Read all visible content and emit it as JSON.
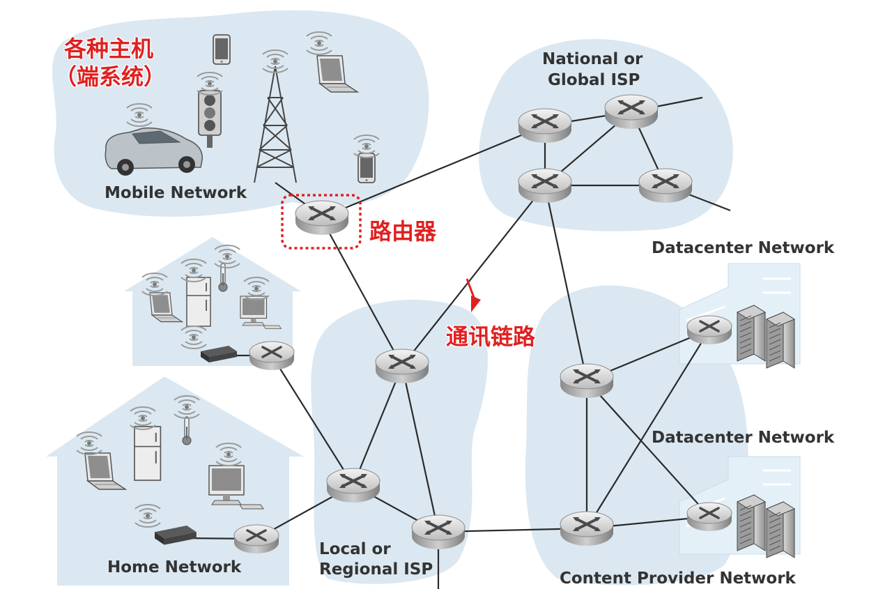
{
  "labels": {
    "mobile_network": "Mobile Network",
    "national_isp_line1": "National or",
    "national_isp_line2": "Global ISP",
    "datacenter_network_1": "Datacenter Network",
    "datacenter_network_2": "Datacenter Network",
    "home_network": "Home Network",
    "local_isp_line1": "Local or",
    "local_isp_line2": "Regional ISP",
    "content_provider_network": "Content Provider Network"
  },
  "annotations": {
    "hosts_line1": "各种主机",
    "hosts_line2": "（端系统）",
    "router": "路由器",
    "comm_link": "通讯链路"
  },
  "colors": {
    "region_fill": "#dbe8f1",
    "link": "#2a2a2a",
    "router_body": "#a9a9a9",
    "annotation": "#e02020",
    "label": "#333333"
  },
  "icons": [
    "router-icon",
    "cell-tower-icon",
    "smartphone-icon",
    "laptop-icon",
    "car-icon",
    "traffic-light-icon",
    "refrigerator-icon",
    "thermometer-icon",
    "desktop-monitor-icon",
    "home-modem-icon",
    "server-rack-icon",
    "datacenter-building-icon",
    "wireless-signal-icon"
  ]
}
